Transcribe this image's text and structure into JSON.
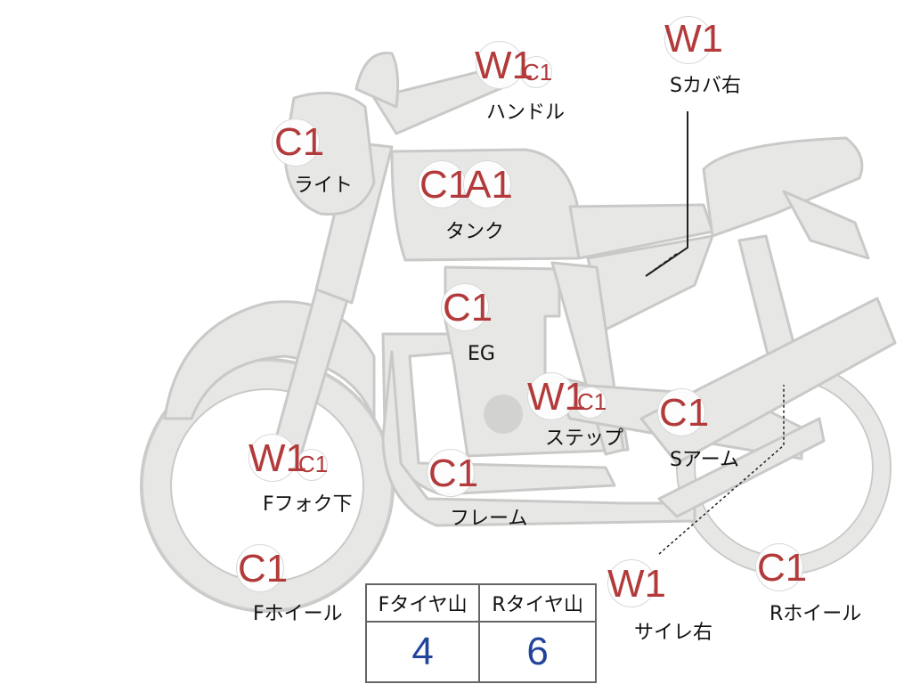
{
  "badges": {
    "light": {
      "grade": "C1",
      "label": "ライト"
    },
    "handle": {
      "grade_main": "W1",
      "grade_sub": "C1",
      "label": "ハンドル"
    },
    "seatcover": {
      "grade": "W1",
      "label": "Sカバ右"
    },
    "tank": {
      "grade_a": "C1",
      "grade_b": "A1",
      "label": "タンク"
    },
    "engine": {
      "grade": "C1",
      "label": "EG"
    },
    "step": {
      "grade_main": "W1",
      "grade_sub": "C1",
      "label": "ステップ"
    },
    "swingarm": {
      "grade": "C1",
      "label": "Sアーム"
    },
    "fork": {
      "grade_main": "W1",
      "grade_sub": "C1",
      "label": "Fフォク下"
    },
    "frame": {
      "grade": "C1",
      "label": "フレーム"
    },
    "fwheel": {
      "grade": "C1",
      "label": "Fホイール"
    },
    "silencer": {
      "grade": "W1",
      "label": "サイレ右"
    },
    "rwheel": {
      "grade": "C1",
      "label": "Rホイール"
    }
  },
  "tire_table": {
    "front_header": "Fタイヤ山",
    "rear_header": "Rタイヤ山",
    "front_value": "4",
    "rear_value": "6"
  },
  "colors": {
    "grade": "#b23a3a",
    "tire_value": "#23449b",
    "bike_fill": "#e7e7e5",
    "bike_stroke": "#c9c9c7"
  }
}
